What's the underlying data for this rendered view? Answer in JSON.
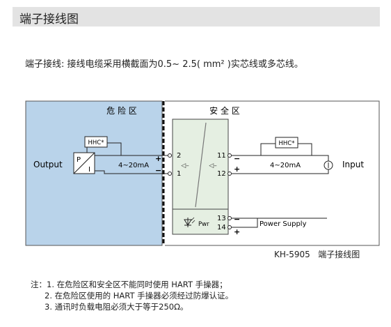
{
  "section": {
    "title": "端子接线图"
  },
  "intro": {
    "text": "端子接线: 接线电缆采用横截面为0.5~ 2.5( mm² )实芯线或多芯线。"
  },
  "diagram": {
    "hazard_zone_label": "危 险 区",
    "safe_zone_label": "安 全 区",
    "output_label": "Output",
    "input_label": "Input",
    "hhc_left": "HHC*",
    "hhc_right": "HHC*",
    "current_left": "4~20mA",
    "current_right": "4~20mA",
    "pi_p": "P",
    "pi_i": "I",
    "term_2": "2",
    "term_1": "1",
    "term_11": "11",
    "term_12": "12",
    "term_13": "13",
    "term_14": "14",
    "plus": "+",
    "minus": "−",
    "pwr_label": "Pwr",
    "power_supply": "Power Supply",
    "colors": {
      "hazard_fill": "#b9d3ea",
      "module_fill": "#e5efe2",
      "line": "#222222"
    }
  },
  "caption": {
    "model": "KH-5905",
    "title": "端子接线图"
  },
  "notes": {
    "prefix": "注：",
    "items": [
      "1. 在危险区和安全区不能同时使用 HART 手操器；",
      "2. 在危险区使用的 HART 手操器必须经过防爆认证。",
      "3. 通讯时负载电阻必须大于等于250Ω。"
    ]
  }
}
